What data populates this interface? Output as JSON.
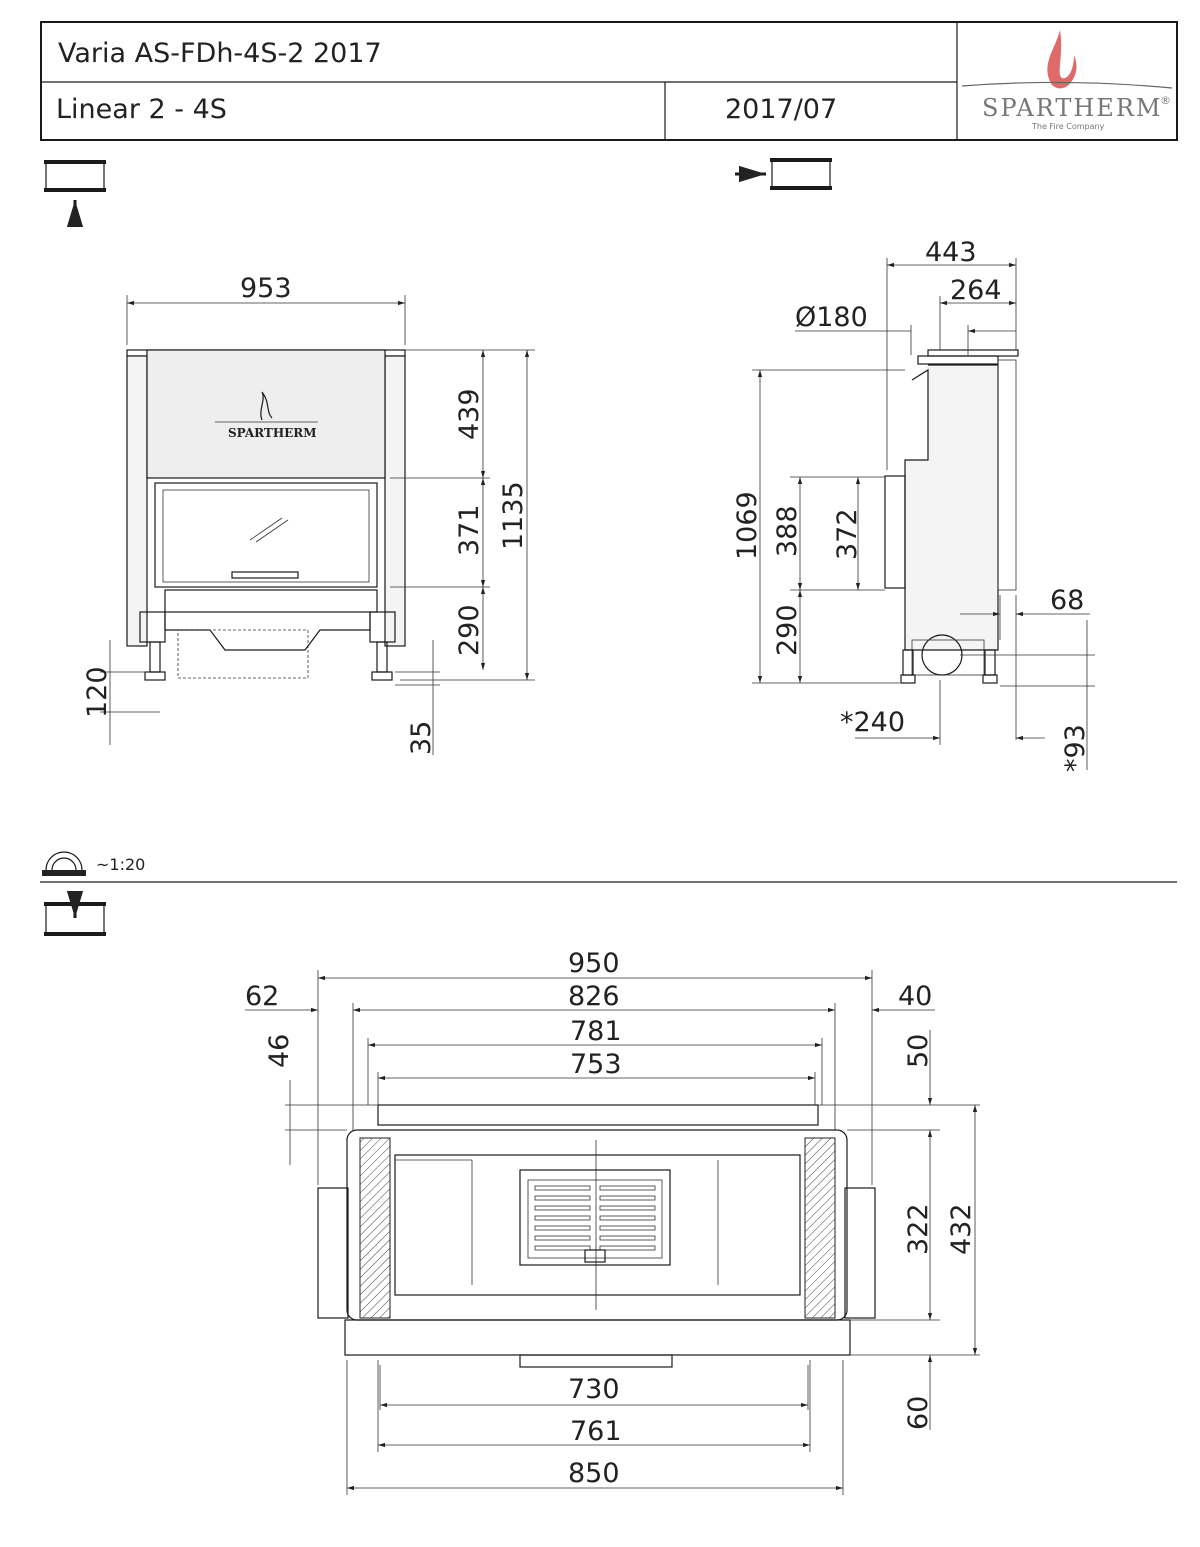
{
  "header": {
    "model": "Varia AS-FDh-4S-2 2017",
    "series": "Linear 2 - 4S",
    "date": "2017/07",
    "logo_text": "SPARTHERM",
    "logo_tagline": "The Fire Company",
    "logo_color": "#e06a6a"
  },
  "scale": {
    "label": "~1:20",
    "icon": "protractor-ruler-icon"
  },
  "front_view": {
    "icon": "front-view-arrow-icon",
    "brand_plate": "SPARTHERM",
    "dims": {
      "width": "953",
      "top": "439",
      "glass": "371",
      "bottom": "290",
      "total": "1135",
      "feet": "120",
      "foot_adjust": "35"
    }
  },
  "side_view": {
    "icon": "side-view-arrow-icon",
    "dims": {
      "depth": "443",
      "flue_offset": "264",
      "flue_diameter": "Ø180",
      "height": "1069",
      "opening": "388",
      "glass": "372",
      "bottom": "290",
      "rear": "68",
      "air_inlet_offset": "*240",
      "air_inlet_height": "*93"
    }
  },
  "plan_view": {
    "icon": "top-view-arrow-icon",
    "dims": {
      "w950": "950",
      "w826": "826",
      "w781": "781",
      "w753": "753",
      "left62": "62",
      "right40": "40",
      "d46": "46",
      "d50": "50",
      "d322": "322",
      "d432": "432",
      "d60": "60",
      "w730": "730",
      "w761": "761",
      "w850": "850"
    }
  }
}
